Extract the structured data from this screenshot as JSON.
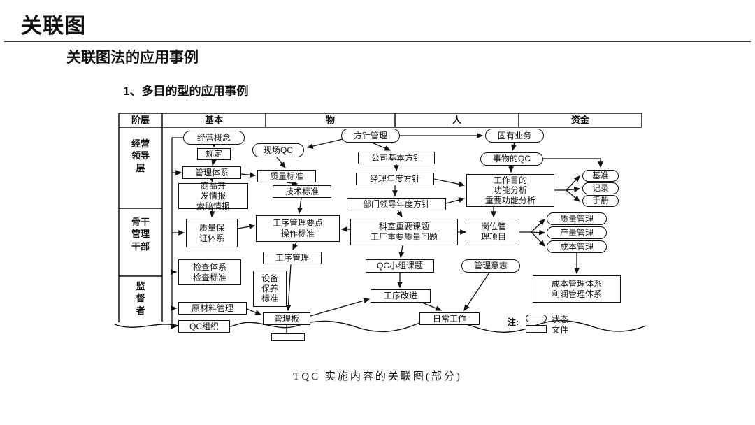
{
  "page": {
    "title": "关联图",
    "subtitle": "关联图法的应用事例",
    "section_heading": "1、多目的型的应用事例",
    "caption": "TQC 实施内容的关联图(部分)"
  },
  "colors": {
    "ink": "#111111",
    "background": "#ffffff"
  },
  "grid": {
    "corner_label": "阶层",
    "column_headers": [
      "基本",
      "物",
      "人",
      "资金"
    ],
    "row_labels": [
      "经营\n领导\n层",
      "骨干\n管理\n干部",
      "监\n督\n者"
    ]
  },
  "nodes": {
    "concept": "经营概念",
    "rule": "规定",
    "site_qc": "现场QC",
    "policy_mgmt": "方针管理",
    "inherent_biz": "固有业务",
    "company_policy": "公司基本方针",
    "things_qc": "事物的QC",
    "mgmt_system": "管理体系",
    "quality_std": "质量标准",
    "manager_policy": "经理年度方针",
    "work_purpose": "工作目的\n功能分析\n重要功能分析",
    "std_ref": "基准",
    "record": "记录",
    "manual": "手册",
    "tech_std": "技术标准",
    "product_info": "商品开\n发情报\n索赔情报",
    "dept_policy": "部门领导年度方针",
    "qa_system": "质量保\n证体系",
    "process_points": "工序管理要点\n操作标准",
    "dept_topics": "科室重要课题\n工厂重要质量问题",
    "post_mgmt": "岗位管\n理项目",
    "quality_mgmt": "质量管理",
    "output_mgmt": "产量管理",
    "cost_mgmt": "成本管理",
    "inspection": "检查体系\n检查标准",
    "process_mgmt": "工序管理",
    "qc_group": "QC小组课题",
    "mgmt_will": "管理意志",
    "equipment": "设备\n保养\n标准",
    "process_improve": "工序改进",
    "cost_system": "成本管理体系\n利润管理体系",
    "raw_material": "原材料管理",
    "mgmt_board": "管理板",
    "daily_work": "日常工作",
    "qc_org": "QC组织"
  },
  "legend": {
    "note_label": "注:",
    "state_label": "状态",
    "document_label": "文件"
  }
}
